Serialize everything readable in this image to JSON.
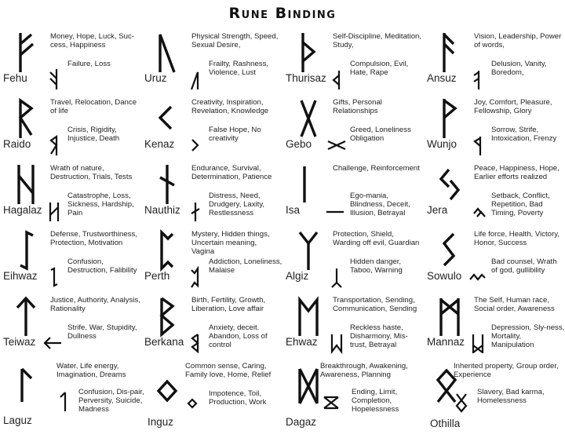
{
  "title": "Rune Binding",
  "runes": [
    {
      "name": "Fehu",
      "icon": "fehu-rune-icon",
      "upright": "Money, Hope, Luck, Suc-cess, Happiness",
      "reversed": "Failure, Loss"
    },
    {
      "name": "Uruz",
      "icon": "uruz-rune-icon",
      "upright": "Physical Strength, Speed, Sexual Desire,",
      "reversed": "Frailty, Rashness, Violence, Lust"
    },
    {
      "name": "Thurisaz",
      "icon": "thurisaz-rune-icon",
      "upright": "Self-Discipline, Meditation, Study,",
      "reversed": "Compulsion, Evil, Hate, Rape"
    },
    {
      "name": "Ansuz",
      "icon": "ansuz-rune-icon",
      "upright": "Vision, Leadership, Power of words,",
      "reversed": "Delusion, Vanity, Boredom,"
    },
    {
      "name": "Raido",
      "icon": "raido-rune-icon",
      "upright": "Travel, Relocation, Dance of life",
      "reversed": "Crisis, Rigidity, Injustice, Death"
    },
    {
      "name": "Kenaz",
      "icon": "kenaz-rune-icon",
      "upright": "Creativity, Inspiration, Revelation, Knowledge",
      "reversed": "False Hope, No creativity"
    },
    {
      "name": "Gebo",
      "icon": "gebo-rune-icon",
      "upright": "Gifts, Personal Relationships",
      "reversed": "Greed, Loneliness Obligation"
    },
    {
      "name": "Wunjo",
      "icon": "wunjo-rune-icon",
      "upright": "Joy, Comfort, Pleasure, Fellowship, Glory",
      "reversed": "Sorrow, Strife, Intoxication, Frenzy"
    },
    {
      "name": "Hagalaz",
      "icon": "hagalaz-rune-icon",
      "upright": "Wrath of nature, Destruction, Trials, Tests",
      "reversed": "Catastrophe, Loss, Sickness, Hardship, Pain"
    },
    {
      "name": "Nauthiz",
      "icon": "nauthiz-rune-icon",
      "upright": "Endurance, Survival, Determination, Patience",
      "reversed": "Distress, Need, Drudgery, Laxity, Restlessness"
    },
    {
      "name": "Isa",
      "icon": "isa-rune-icon",
      "upright": "Challenge, Reinforcement",
      "reversed": "Ego-mania, Blindness, Deceit, Illusion, Betrayal"
    },
    {
      "name": "Jera",
      "icon": "jera-rune-icon",
      "upright": "Peace, Happiness, Hope, Earlier efforts realized",
      "reversed": "Setback, Conflict, Repetition, Bad Timing, Poverty"
    },
    {
      "name": "Eihwaz",
      "icon": "eihwaz-rune-icon",
      "upright": "Defense, Trustworthiness, Protection, Motivation",
      "reversed": "Confusion, Destruction, Falibility"
    },
    {
      "name": "Perth",
      "icon": "perth-rune-icon",
      "upright": "Mystery, Hidden things, Uncertain meaning, Vagina",
      "reversed": "Addiction, Loneliness, Malaise"
    },
    {
      "name": "Algiz",
      "icon": "algiz-rune-icon",
      "upright": "Protection, Shield, Warding off evil, Guardian",
      "reversed": "Hidden danger, Taboo, Warning"
    },
    {
      "name": "Sowulo",
      "icon": "sowulo-rune-icon",
      "upright": "Life force, Health, Victory, Honor, Success",
      "reversed": "Bad counsel, Wrath of god, gullibility"
    },
    {
      "name": "Teiwaz",
      "icon": "teiwaz-rune-icon",
      "upright": "Justice, Authority, Analysis, Rationality",
      "reversed": "Strife, War, Stupidity, Dullness"
    },
    {
      "name": "Berkana",
      "icon": "berkana-rune-icon",
      "upright": "Birth, Fertility, Growth, Liberation, Love affair",
      "reversed": "Anxiety, deceit. Abandon, Loss of control"
    },
    {
      "name": "Ehwaz",
      "icon": "ehwaz-rune-icon",
      "upright": "Transportation, Sending, Communication, Sending",
      "reversed": "Reckless haste, Disharmony, Mis-trust, Betrayal"
    },
    {
      "name": "Mannaz",
      "icon": "mannaz-rune-icon",
      "upright": "The Self, Human race, Social order, Awareness",
      "reversed": "Depression, Sly-ness, Mortality, Manipulation"
    },
    {
      "name": "Laguz",
      "icon": "laguz-rune-icon",
      "upright": "Water, Life energy, Imagination, Dreams",
      "reversed": "Confusion, Dis-pair, Perversity, Suicide, Madness"
    },
    {
      "name": "Inguz",
      "icon": "inguz-rune-icon",
      "upright": "Common sense, Caring, Family love, Home, Relief",
      "reversed": "Impotence, Toil, Production, Work"
    },
    {
      "name": "Dagaz",
      "icon": "dagaz-rune-icon",
      "upright": "Breakthrough, Awakening, Awareness, Planning",
      "reversed": "Ending, Limit, Completion, Hopelessness"
    },
    {
      "name": "Othilla",
      "icon": "othilla-rune-icon",
      "upright": "Inherited property, Group order, Experience",
      "reversed": "Slavery, Bad karma, Homelessness"
    }
  ]
}
